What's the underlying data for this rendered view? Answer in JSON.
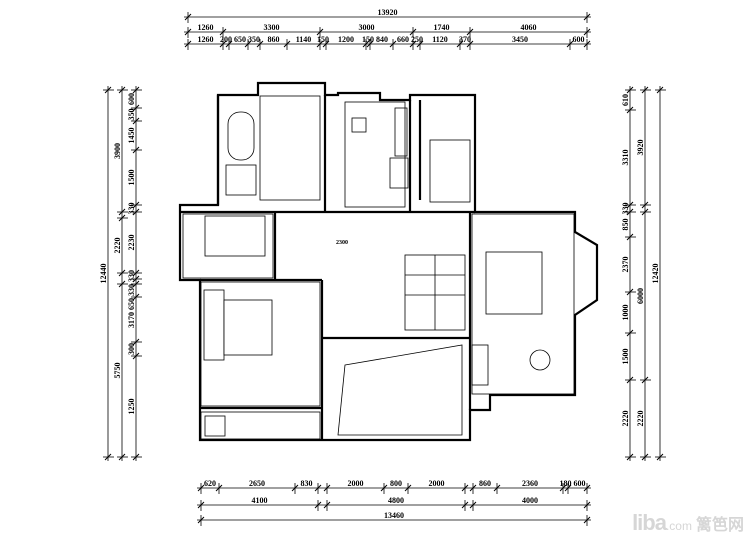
{
  "plan": {
    "top_total": "13920",
    "top_row1": [
      "1260",
      "3300",
      "3000",
      "1740",
      "4060"
    ],
    "top_row2": [
      "1260",
      "200",
      "650",
      "350",
      "860",
      "1140",
      "150",
      "1200",
      "150",
      "840",
      "660",
      "250",
      "1120",
      "370",
      "3450",
      "600"
    ],
    "bottom_row1": [
      "620",
      "2650",
      "830",
      "2000",
      "800",
      "2000",
      "860",
      "2360",
      "180",
      "600"
    ],
    "bottom_row2": [
      "4100",
      "4800",
      "4000"
    ],
    "bottom_total": "13460",
    "left_inner": [
      "600",
      "350",
      "1450",
      "1500",
      "330",
      "2230",
      "330",
      "330",
      "650",
      "3170",
      "300",
      "1250"
    ],
    "left_mid": [
      "3900",
      "2220",
      "5750"
    ],
    "left_total": "12440",
    "right_inner": [
      "610",
      "3310",
      "330",
      "850",
      "2370",
      "1000",
      "1500",
      "2220"
    ],
    "right_mid": [
      "3920",
      "6000",
      "2220"
    ],
    "right_total": "12420",
    "center_mark": "2300"
  },
  "watermark": {
    "brand": "liba",
    "domain": ".com",
    "cn": "篱笆网"
  },
  "colors": {
    "line": "#000000",
    "watermark": "#d6d6d6"
  }
}
